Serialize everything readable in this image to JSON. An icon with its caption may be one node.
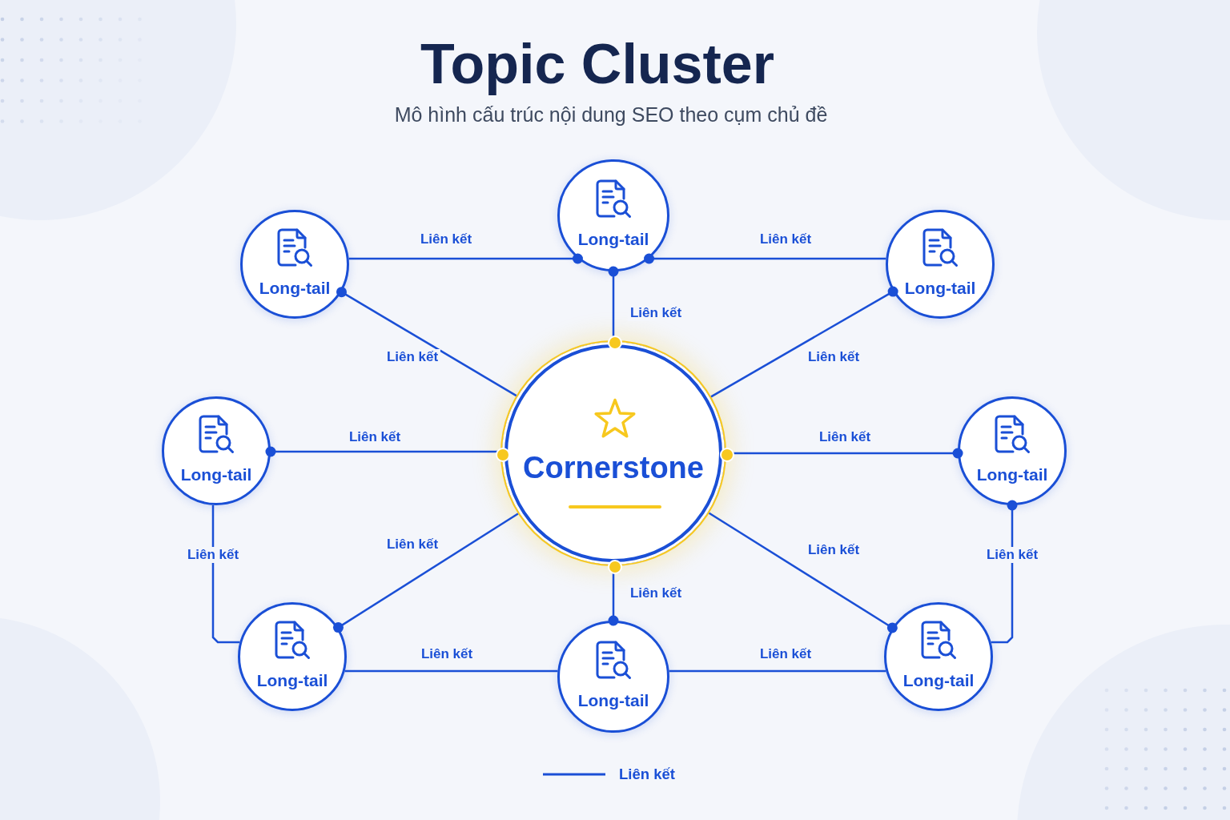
{
  "diagram": {
    "title": "Topic Cluster",
    "nodes": [
      {
        "text": [
          "Long-tail"
        ]
      },
      {
        "text": [
          "Long-tail"
        ]
      },
      {
        "text": [
          "Long-tail"
        ]
      },
      {
        "text": [
          "Long-tail"
        ]
      },
      {
        "text": [
          "Cornerstone"
        ]
      },
      {
        "text": [
          "Long-tail"
        ]
      },
      {
        "text": [
          "Long-tail"
        ]
      },
      {
        "text": [
          "Long-tail"
        ]
      },
      {
        "text": [
          "Long-tail"
        ]
      }
    ],
    "edges": [
      {
        "from": 1,
        "to": 0,
        "arrow": "other",
        "label": "Liên kết"
      },
      {
        "from": 2,
        "to": 0,
        "arrow": "other",
        "label": "Liên kết"
      },
      {
        "from": 4,
        "to": 0,
        "arrow": "other",
        "label": "Liên kết"
      },
      {
        "from": 4,
        "to": 1,
        "arrow": "other",
        "label": "Liên kết"
      },
      {
        "from": 4,
        "to": 2,
        "arrow": "other",
        "label": "Liên kết"
      },
      {
        "from": 4,
        "to": 3,
        "arrow": "other",
        "label": "Liên kết"
      },
      {
        "from": 4,
        "to": 5,
        "arrow": "other",
        "label": "Liên kết"
      },
      {
        "from": 3,
        "to": 6,
        "arrow": "none",
        "label": "Liên kết"
      },
      {
        "from": 8,
        "to": 5,
        "arrow": "other",
        "label": "Liên kết"
      },
      {
        "from": 4,
        "to": 6,
        "arrow": "other",
        "label": "Liên kết"
      },
      {
        "from": 4,
        "to": 8,
        "arrow": "other",
        "label": "Liên kết"
      },
      {
        "from": 4,
        "to": 7,
        "arrow": "other",
        "label": "Liên kết"
      },
      {
        "from": 6,
        "to": 7,
        "arrow": "none",
        "label": "Liên kết"
      },
      {
        "from": 7,
        "to": 8,
        "arrow": "none",
        "label": "Liên kết"
      }
    ],
    "labels": [
      "Mô hình cấu trúc nội dung SEO theo cụm chủ đề"
    ],
    "legend": [
      {
        "text": "Liên kết"
      }
    ]
  }
}
